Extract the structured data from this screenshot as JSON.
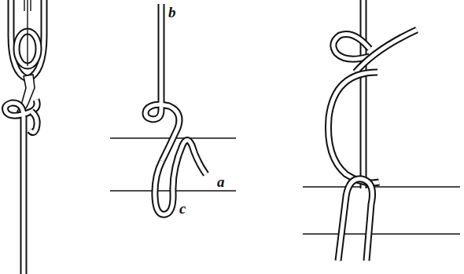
{
  "diagram": {
    "labels": [
      "b",
      "a",
      "c"
    ]
  }
}
